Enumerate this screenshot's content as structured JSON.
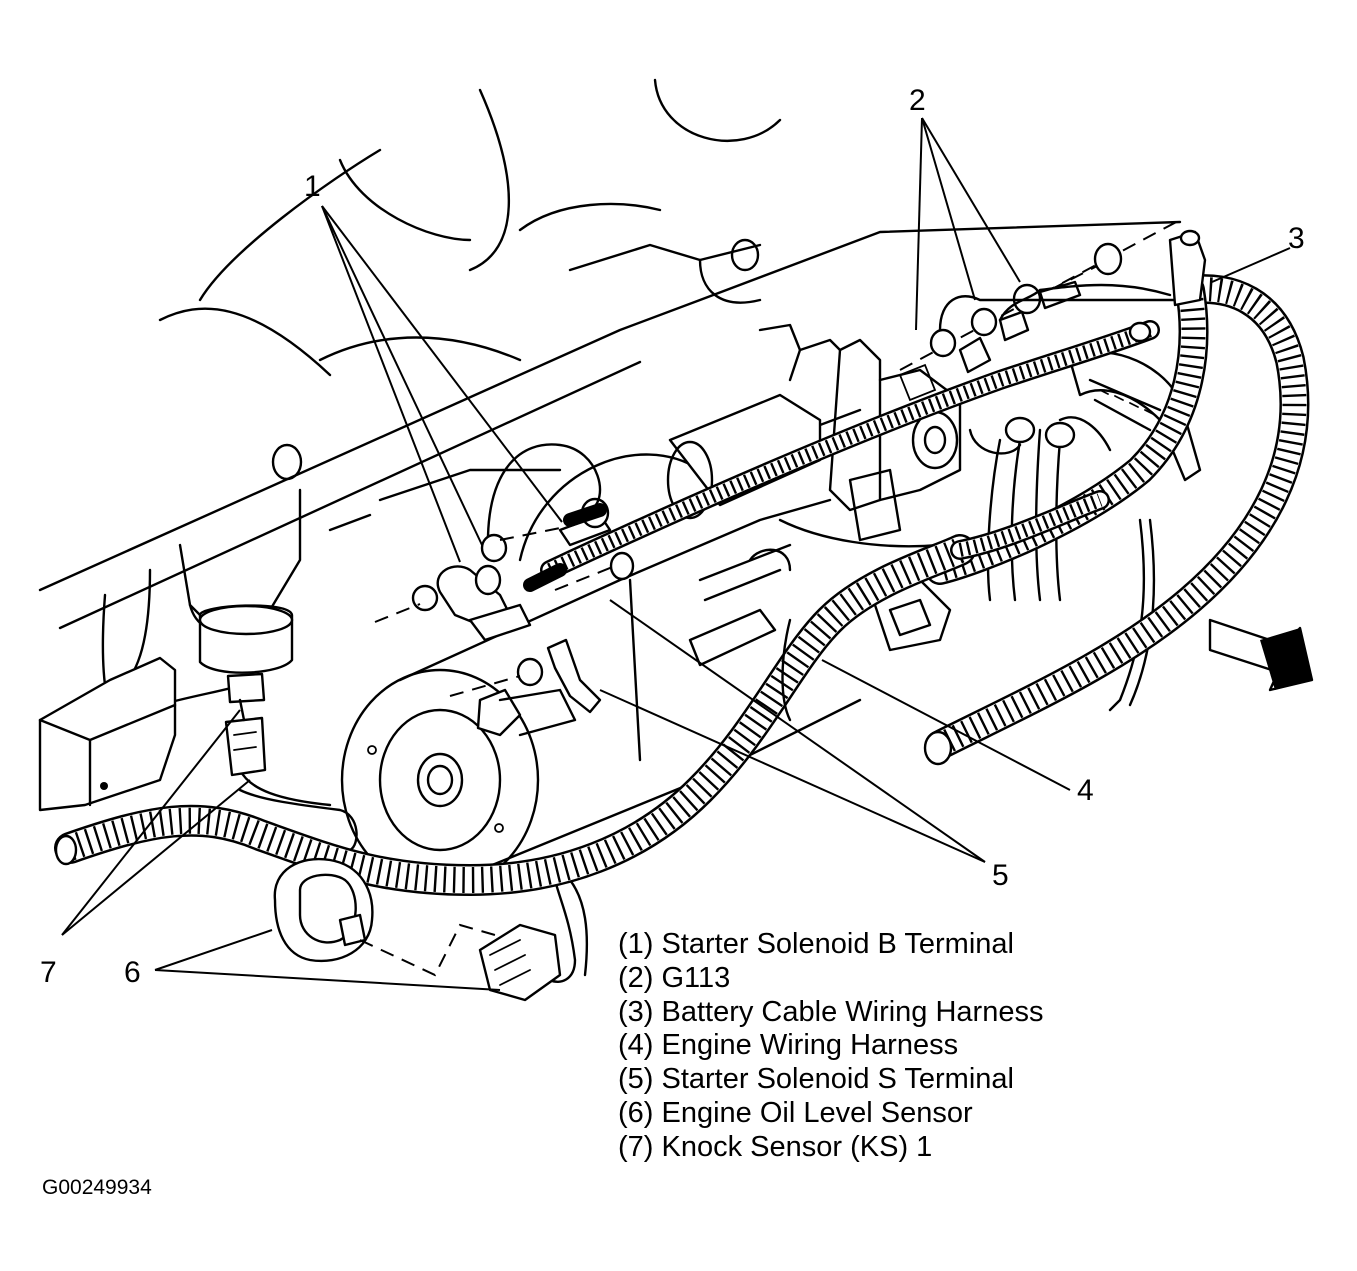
{
  "callouts": {
    "c1": "1",
    "c2": "2",
    "c3": "3",
    "c4": "4",
    "c5": "5",
    "c6": "6",
    "c7": "7"
  },
  "legend": [
    "(1) Starter Solenoid B Terminal",
    "(2) G113",
    "(3) Battery Cable Wiring Harness",
    "(4) Engine Wiring Harness",
    "(5) Starter Solenoid S Terminal",
    "(6) Engine Oil Level Sensor",
    "(7) Knock Sensor (KS) 1"
  ],
  "figure_id": "G00249934"
}
